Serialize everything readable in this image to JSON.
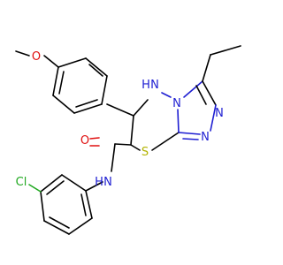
{
  "molecule": {
    "atoms": {
      "methoxy_o": "O",
      "amine_nh": "H",
      "amine_n": "N",
      "ring_n_fused": "N",
      "triazole_n_upper": "N",
      "triazole_n_lower": "N",
      "amide_o": "O",
      "thio_s": "S",
      "amide_nh": "H",
      "amide_n": "N",
      "chloro": "Cl"
    },
    "colors": {
      "carbon": "#000000",
      "nitrogen": "#1e1ed2",
      "oxygen": "#e01010",
      "sulfur": "#b3b300",
      "chlorine": "#1fa81f"
    }
  }
}
